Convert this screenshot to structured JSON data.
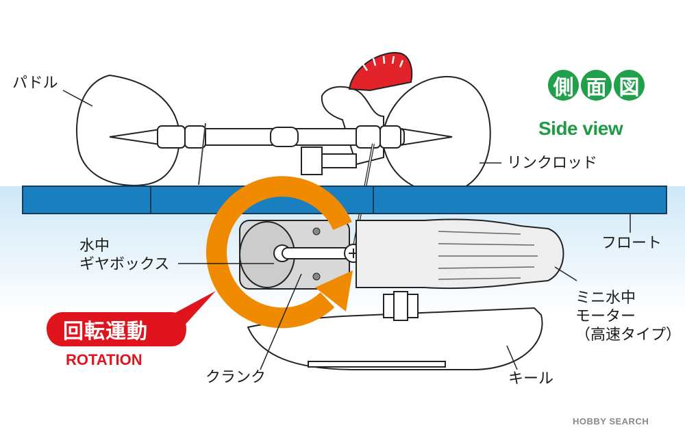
{
  "badge": {
    "chars": [
      "側",
      "面",
      "図"
    ],
    "subtitle": "Side view"
  },
  "labels": {
    "paddle": "パドル",
    "link_rod": "リンクロッド",
    "float": "フロート",
    "gearbox": [
      "水中",
      "ギヤボックス"
    ],
    "motor": [
      "ミニ水中",
      "モーター",
      "（高速タイプ）"
    ],
    "crank": "クランク",
    "keel": "キール"
  },
  "rotation": {
    "jp": "回転運動",
    "en": "ROTATION"
  },
  "watermark": "HOBBY SEARCH",
  "colors": {
    "float_blue": "#1a7fbf",
    "water_top": "#cfe8f7",
    "arrow_orange": "#f08a00",
    "badge_green": "#20a04a",
    "rotation_red": "#e0141c",
    "motor_gray": "#eeeeee"
  }
}
